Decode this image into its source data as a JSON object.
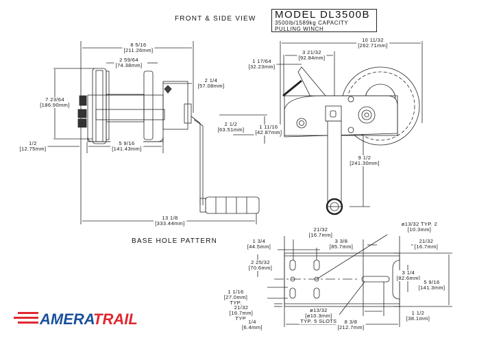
{
  "header": {
    "view_title": "FRONT & SIDE VIEW",
    "model": "MODEL  DL3500B",
    "capacity": "3500lb/1589kg  CAPACITY",
    "type": "PULLING  WINCH"
  },
  "base_title": "BASE  HOLE  PATTERN",
  "logo": {
    "text_part1": "AMERA",
    "text_part2": "TRAIL",
    "color_blue": "#1a4f9c",
    "color_red": "#e0262f"
  },
  "front_view_dims": [
    {
      "value": "8  5/16",
      "metric": "[211.26mm]"
    },
    {
      "value": "2  59/64",
      "metric": "[74.38mm]"
    },
    {
      "value": "7  23/64",
      "metric": "[186.90mm]"
    },
    {
      "value": "2  1/4",
      "metric": "[57.08mm]"
    },
    {
      "value": "1/2",
      "metric": "[12.75mm]"
    },
    {
      "value": "5  9/16",
      "metric": "[141.43mm]"
    },
    {
      "value": "13  1/8",
      "metric": "[333.44mm]"
    }
  ],
  "side_view_dims": [
    {
      "value": "10  11/32",
      "metric": "[262.71mm]"
    },
    {
      "value": "3  21/32",
      "metric": "[92.84mm]"
    },
    {
      "value": "1  17/64",
      "metric": "[32.23mm]"
    },
    {
      "value": "2  1/2",
      "metric": "[63.51mm]"
    },
    {
      "value": "1  11/16",
      "metric": "[42.87mm]"
    },
    {
      "value": "9  1/2",
      "metric": "[241.30mm]"
    }
  ],
  "base_dims": [
    {
      "value": "21/32",
      "metric": "[16.7mm]"
    },
    {
      "value": "1  3/4",
      "metric": "[44.5mm]"
    },
    {
      "value": "3  3/8",
      "metric": "[85.7mm]"
    },
    {
      "value": "ø13/32  TYP. 2",
      "metric": "[10.3mm]"
    },
    {
      "value": "21/32",
      "metric": "[16.7mm]"
    },
    {
      "value": "2  25/32",
      "metric": "[70.6mm]"
    },
    {
      "value": "3  1/4",
      "metric": "[82.6mm]"
    },
    {
      "value": "5  9/16",
      "metric": "[141.3mm]"
    },
    {
      "value": "1  1/16",
      "metric": "[27.0mm]",
      "note": "TYP."
    },
    {
      "value": "21/32",
      "metric": "[16.7mm]",
      "note": "TYP."
    },
    {
      "value": "1/4",
      "metric": "[6.4mm]"
    },
    {
      "value": "ø13/32",
      "metric": "[ø10.3mm]",
      "note": "TYP.  5  SLOTS"
    },
    {
      "value": "1  1/2",
      "metric": "[38.1mm]"
    },
    {
      "value": "8  3/8",
      "metric": "[212.7mm]"
    }
  ]
}
